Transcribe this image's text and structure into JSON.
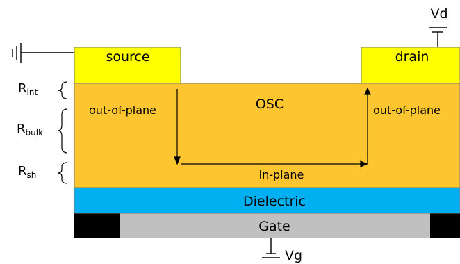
{
  "terminals": {
    "source": "source",
    "drain": "drain",
    "drain_voltage": "Vd",
    "gate_voltage": "Vg"
  },
  "layers": {
    "osc": "OSC",
    "dielectric": "Dielectric",
    "gate": "Gate"
  },
  "paths": {
    "left_vertical": "out-of-plane",
    "right_vertical": "out-of-plane",
    "horizontal": "in-plane"
  },
  "resistances": [
    {
      "base": "R",
      "sub": "int"
    },
    {
      "base": "R",
      "sub": "bulk"
    },
    {
      "base": "R",
      "sub": "sh"
    }
  ],
  "colors": {
    "electrode": "#ffff00",
    "osc": "#fdc530",
    "dielectric": "#00b0f0",
    "gate": "#c0c0c0",
    "gate_edge": "#000000"
  }
}
